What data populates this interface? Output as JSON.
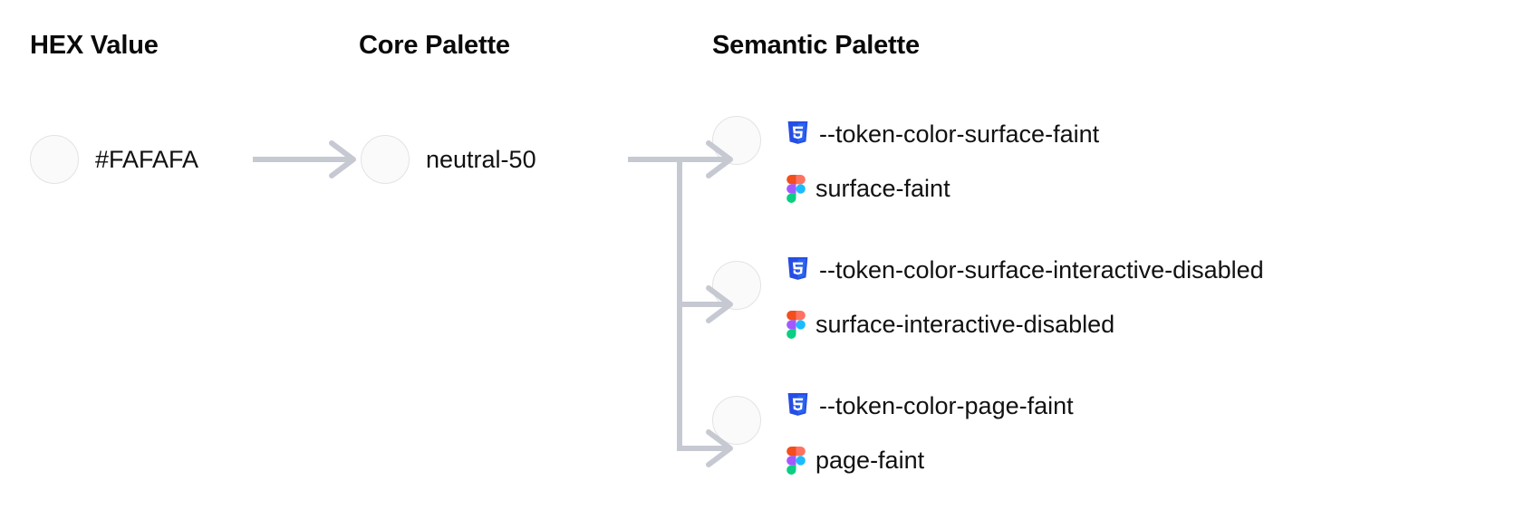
{
  "columns": {
    "hex": {
      "heading": "HEX Value"
    },
    "core": {
      "heading": "Core Palette"
    },
    "semantic": {
      "heading": "Semantic Palette"
    }
  },
  "hex": {
    "value": "#FAFAFA",
    "swatch_color": "#FAFAFA"
  },
  "core": {
    "value": "neutral-50",
    "swatch_color": "#FAFAFA"
  },
  "semantic": {
    "tokens": [
      {
        "css_icon": "css3-icon",
        "css_variable": "--token-color-surface-faint",
        "figma_icon": "figma-icon",
        "figma_name": "surface-faint",
        "swatch_color": "#FAFAFA"
      },
      {
        "css_icon": "css3-icon",
        "css_variable": "--token-color-surface-interactive-disabled",
        "figma_icon": "figma-icon",
        "figma_name": "surface-interactive-disabled",
        "swatch_color": "#FAFAFA"
      },
      {
        "css_icon": "css3-icon",
        "css_variable": "--token-color-page-faint",
        "figma_icon": "figma-icon",
        "figma_name": "page-faint",
        "swatch_color": "#FAFAFA"
      }
    ]
  },
  "theme": {
    "connector_color": "#C6C9D1",
    "swatch_border": "#E3E3E7",
    "text_color": "#111111",
    "css3_blue": "#264DE4",
    "css3_blue_light": "#2965F1",
    "figma_red": "#F24E1E",
    "figma_orange": "#FF7262",
    "figma_purple": "#A259FF",
    "figma_blue": "#1ABCFE",
    "figma_green": "#0ACF83"
  }
}
